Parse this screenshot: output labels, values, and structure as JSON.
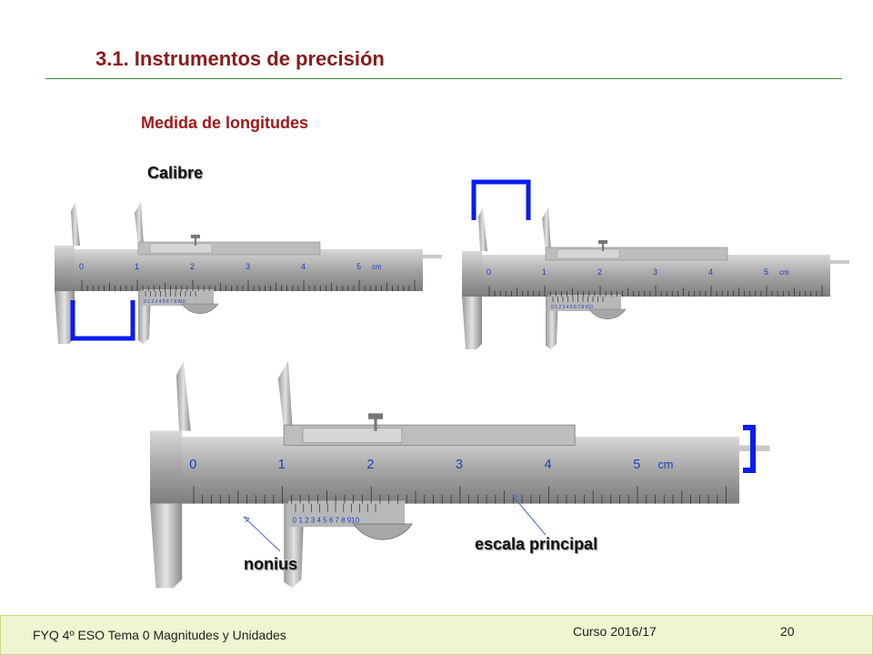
{
  "slide": {
    "title": "3.1. Instrumentos de precisión",
    "subtitle": "Medida de longitudes",
    "section_label": "Calibre"
  },
  "diagram": {
    "labels": {
      "nonius": "nonius",
      "main_scale": "escala principal"
    },
    "main_scale_numbers": [
      "0",
      "1",
      "2",
      "3",
      "4",
      "5"
    ],
    "unit": "cm",
    "vernier_numbers": "0 1 2 3 4 5 6 7 8 910",
    "colors": {
      "accent_blue": "#0a1cf0",
      "scale_text": "#1a3fb8",
      "metal": "#9a9a9a"
    }
  },
  "footer": {
    "course_text": "FYQ 4º ESO  Tema  0  Magnitudes y Unidades",
    "year": "Curso 2016/17",
    "page_number": "20"
  }
}
